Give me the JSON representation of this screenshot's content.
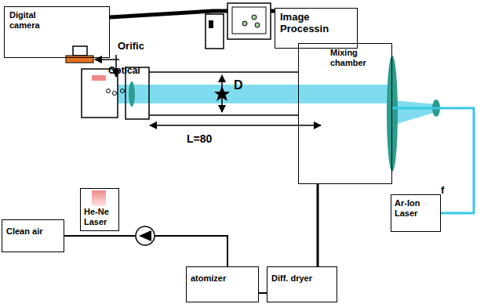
{
  "diagram": {
    "nodes": [
      {
        "text": [
          "Digital camera"
        ]
      },
      {
        "text": [
          "Image Processin"
        ]
      },
      {
        "text": [
          "He-Ne Laser"
        ]
      },
      {
        "text": [
          "Mixing chamber"
        ]
      },
      {
        "text": [
          "Ar-Ion Laser"
        ]
      },
      {
        "text": [
          "Clean air"
        ]
      },
      {
        "text": [
          "atomizer"
        ]
      },
      {
        "text": [
          "Diff. dryer"
        ]
      }
    ],
    "edges": [
      {
        "from": 0,
        "to": 1,
        "arrow": "none"
      },
      {
        "from": 5,
        "to": 6,
        "arrow": "none"
      },
      {
        "from": 6,
        "to": 7,
        "arrow": "none"
      },
      {
        "from": 7,
        "to": 3,
        "arrow": "none"
      },
      {
        "from": 4,
        "to": 3,
        "arrow": "none"
      }
    ],
    "labels": [
      "Optical",
      "Orific",
      "D",
      "L=80",
      "f"
    ]
  }
}
